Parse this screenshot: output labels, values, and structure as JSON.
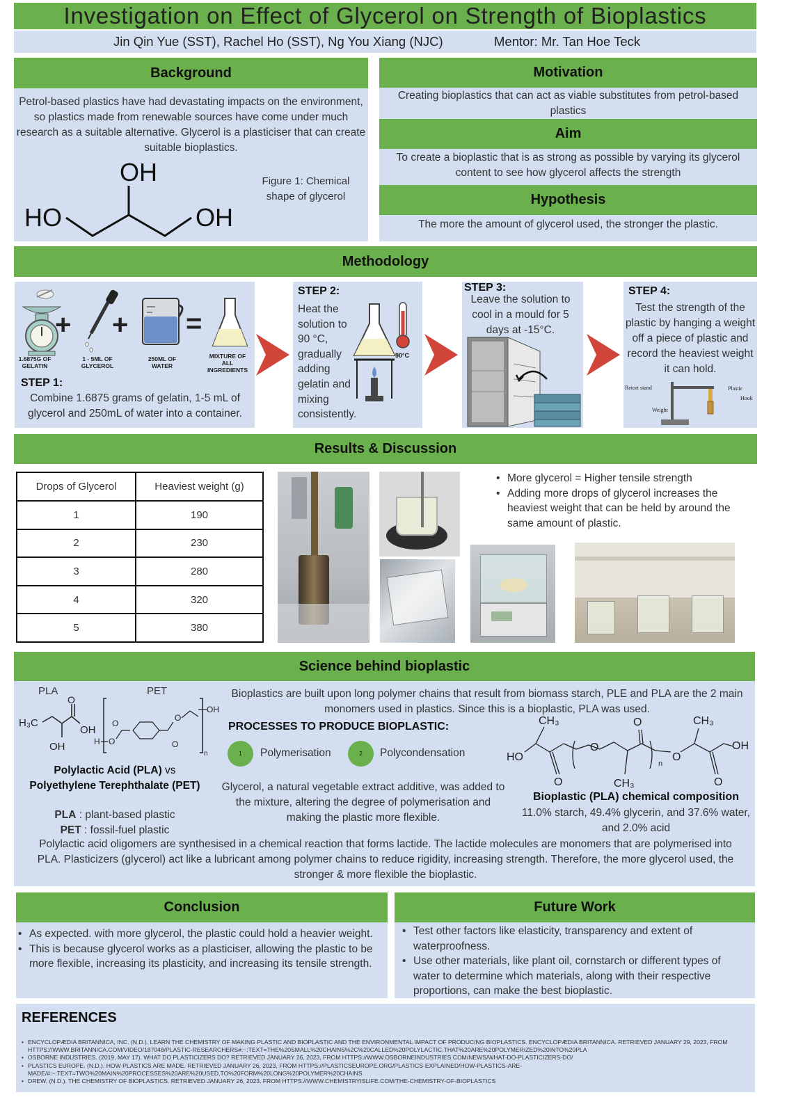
{
  "header": {
    "title": "Investigation on Effect of Glycerol on Strength of Bioplastics",
    "authors": "Jin Qin Yue (SST), Rachel Ho (SST), Ng You Xiang (NJC)",
    "mentor": "Mentor: Mr. Tan Hoe Teck"
  },
  "background": {
    "title": "Background",
    "text": "Petrol-based plastics have had devastating impacts on the environment, so plastics made from renewable sources have come under much research as a suitable alternative. Glycerol is a plasticiser that can create suitable bioplastics.",
    "figure_caption": "Figure 1: Chemical shape of glycerol",
    "oh_top": "OH",
    "ho_left": "HO",
    "oh_right": "OH"
  },
  "motivation": {
    "title": "Motivation",
    "text": "Creating bioplastics that can act as viable substitutes from petrol-based plastics"
  },
  "aim": {
    "title": "Aim",
    "text": "To create a bioplastic that is as strong as possible by varying its glycerol content to see how glycerol affects the strength"
  },
  "hypothesis": {
    "title": "Hypothesis",
    "text": "The more the amount of glycerol used, the stronger the plastic."
  },
  "methodology": {
    "title": "Methodology",
    "step1": {
      "label": "STEP 1:",
      "text": "Combine 1.6875 grams of gelatin, 1-5 mL of glycerol and 250mL of water into a container.",
      "gelatin": "1.6875G OF GELATIN",
      "glycerol": "1 - 5ML OF GLYCEROL",
      "water": "250ML OF WATER",
      "mixture": "MIXTURE OF ALL INGREDIENTS"
    },
    "step2": {
      "label": "STEP 2:",
      "text": "Heat the solution to 90 °C, gradually adding gelatin and mixing consistently.",
      "temp": "90°C"
    },
    "step3": {
      "label": "STEP 3:",
      "text": "Leave the solution to cool in a mould for 5 days at -15°C."
    },
    "step4": {
      "label": "STEP 4:",
      "text": "Test the strength of the plastic by hanging a weight off a piece of plastic and record the heaviest weight it can hold.",
      "retort": "Retort stand",
      "plastic": "Plastic",
      "hook": "Hook",
      "weight": "Weight"
    }
  },
  "results": {
    "title": "Results & Discussion",
    "table": {
      "headers": [
        "Drops of Glycerol",
        "Heaviest weight (g)"
      ],
      "rows": [
        [
          "1",
          "190"
        ],
        [
          "2",
          "230"
        ],
        [
          "3",
          "280"
        ],
        [
          "4",
          "320"
        ],
        [
          "5",
          "380"
        ]
      ]
    },
    "bullets": [
      "More glycerol = Higher tensile strength",
      "Adding more drops of glycerol increases the heaviest weight that can be held by around the same amount of plastic."
    ]
  },
  "science": {
    "title": "Science behind bioplastic",
    "pla_label": "PLA",
    "pet_label": "PET",
    "compare_a": "Polylactic Acid (PLA)",
    "compare_vs": " vs",
    "compare_b": "Polyethylene Terephthalate (PET)",
    "pla_def_key": "PLA",
    "pla_def": " : plant-based plastic",
    "pet_def_key": "PET",
    "pet_def": " : fossil-fuel plastic",
    "intro": "Bioplastics are built upon long polymer chains that result from biomass starch, PLE and PLA are the 2 main monomers used in plastics. Since this is a bioplastic, PLA was used.",
    "processes_title": "PROCESSES TO PRODUCE BIOPLASTIC:",
    "processes": [
      {
        "num": "1",
        "label": "Polymerisation"
      },
      {
        "num": "2",
        "label": "Polycondensation"
      }
    ],
    "glycerol_note": "Glycerol, a natural vegetable extract additive, was added to the mixture, altering the degree of polymerisation and making the plastic more flexible.",
    "composition_title": "Bioplastic (PLA) chemical composition",
    "composition": "11.0% starch, 49.4% glycerin, and 37.6% water, and 2.0% acid",
    "summary": "Polylactic acid oligomers are synthesised in a chemical reaction that forms lactide. The lactide molecules are monomers that are polymerised into PLA. Plasticizers (glycerol) act like a lubricant among polymer chains to reduce rigidity, increasing strength. Therefore, the more glycerol used, the stronger & more flexible the bioplastic."
  },
  "conclusion": {
    "title": "Conclusion",
    "bullets": [
      "As expected. with more glycerol, the plastic could hold a heavier weight.",
      "This is because glycerol works as a plasticiser, allowing the plastic to be more flexible, increasing its plasticity, and increasing its tensile strength."
    ]
  },
  "future": {
    "title": "Future Work",
    "bullets": [
      "Test other factors like elasticity, transparency and extent of waterproofness.",
      "Use other materials, like plant oil, cornstarch or different types of water to determine which materials, along with their respective proportions, can make the best bioplastic."
    ]
  },
  "references": {
    "title": "REFERENCES",
    "items": [
      "Encyclopædia Britannica, Inc. (n.d.). Learn the chemistry of making plastic and bioplastic and the environmental impact of producing bioplastics. Encyclopædia Britannica. Retrieved January 29, 2023, from https://www.britannica.com/video/187048/plastic-researchers#:~:text=The%20small%20chains%2C%20called%20polylactic,that%20are%20polymerized%20into%20PLA",
      "Osborne Industries. (2019, May 17). What do plasticizers do? Retrieved January 26, 2023, from https://www.osborneindustries.com/news/what-do-plasticizers-do/",
      "Plastics Europe. (n.d.). How plastics are made. Retrieved January 26, 2023, from https://plasticseurope.org/plastics-explained/how-plastics-are-made/#:~:text=Two%20main%20processes%20are%20used,to%20form%20long%20polymer%20chains",
      "Drew. (n.d.). The Chemistry of Bioplastics. Retrieved January 26, 2023, from https://www.chemistryislife.com/the-chemistry-of-bioplastics"
    ]
  }
}
